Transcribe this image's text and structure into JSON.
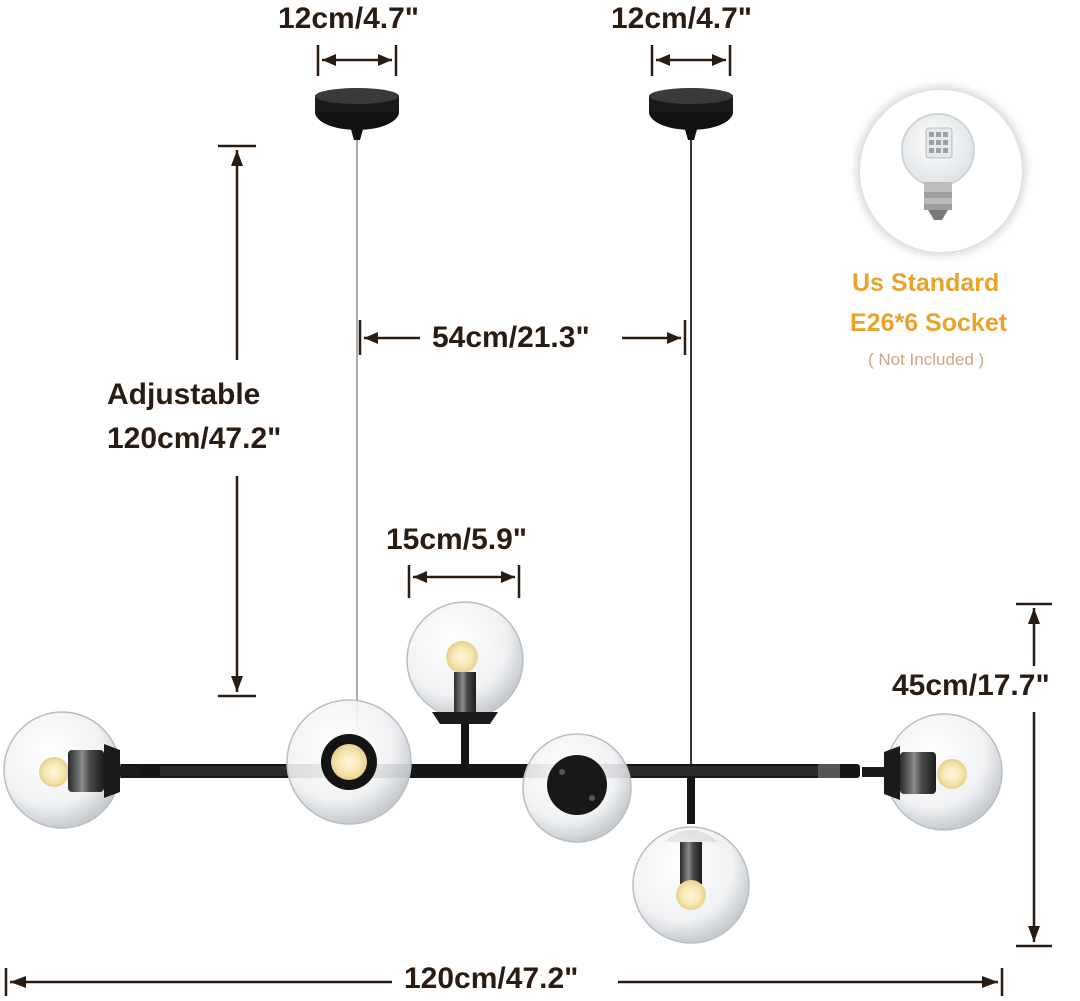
{
  "dimensions": {
    "canopy_left": "12cm/4.7\"",
    "canopy_right": "12cm/4.7\"",
    "cable_length_title": "Adjustable",
    "cable_length": "120cm/47.2\"",
    "canopy_spacing": "54cm/21.3\"",
    "globe_diameter": "15cm/5.9\"",
    "fixture_height": "45cm/17.7\"",
    "overall_width": "120cm/47.2\""
  },
  "socket_info": {
    "line1": "Us Standard",
    "line2": "E26*6 Socket",
    "note": "( Not Included )"
  },
  "colors": {
    "dimension_text": "#2a1c12",
    "accent_text": "#e9a22c",
    "note_text": "#c9a987",
    "fixture_black": "#151515"
  }
}
